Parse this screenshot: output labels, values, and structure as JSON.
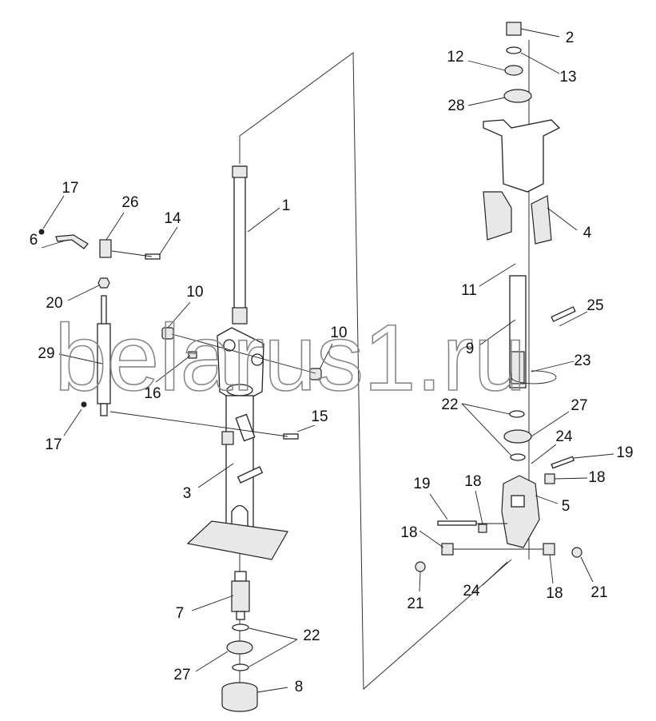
{
  "title": "Steering column exploded parts diagram",
  "watermark": "belarus1.ru",
  "labels": [
    "1",
    "2",
    "3",
    "4",
    "5",
    "6",
    "7",
    "8",
    "9",
    "10",
    "10",
    "11",
    "12",
    "13",
    "14",
    "15",
    "16",
    "17",
    "17",
    "18",
    "18",
    "18",
    "18",
    "19",
    "19",
    "20",
    "21",
    "21",
    "22",
    "22",
    "23",
    "24",
    "24",
    "25",
    "26",
    "27",
    "27",
    "28",
    "29"
  ]
}
